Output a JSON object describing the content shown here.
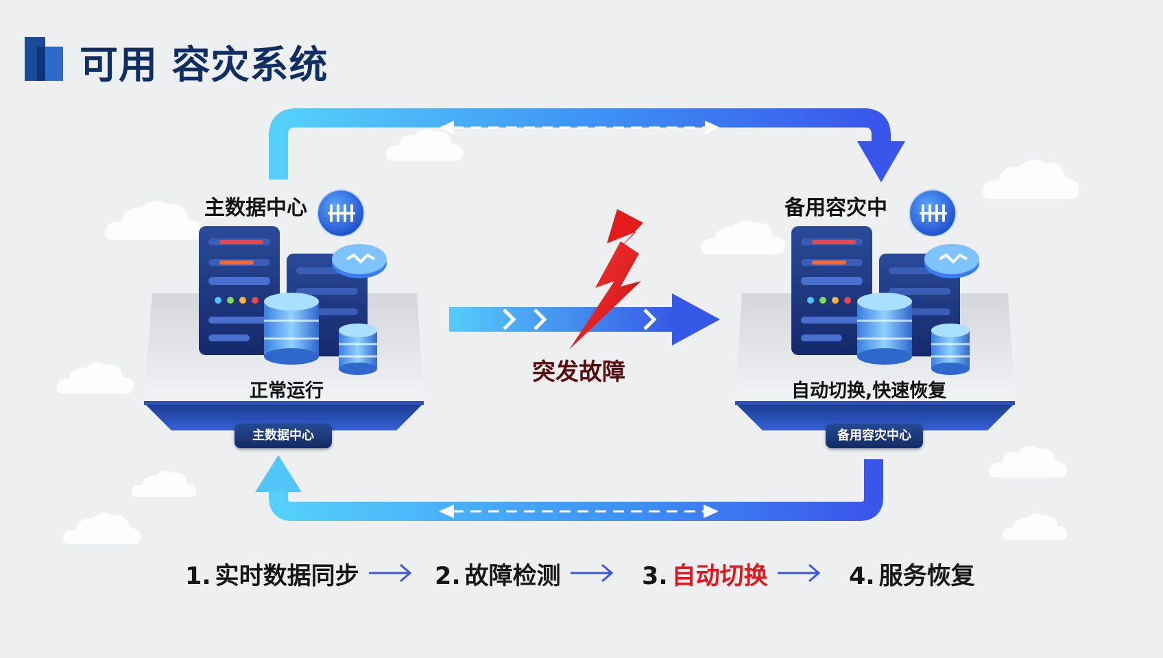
{
  "title": "可用 容灾系统",
  "primary": {
    "title": "主数据中心",
    "status": "正常运行",
    "badge": "主数据中心"
  },
  "backup": {
    "title": "备用容灾中",
    "status": "自动切换,快速恢复",
    "badge": "备用容灾中心"
  },
  "fault": {
    "label": "突发故障"
  },
  "steps": [
    {
      "num": "1.",
      "label": "实时数据同步",
      "active": false
    },
    {
      "num": "2.",
      "label": "故障检测",
      "active": false
    },
    {
      "num": "3.",
      "label": "自动切换",
      "active": true
    },
    {
      "num": "4.",
      "label": "服务恢复",
      "active": false
    }
  ],
  "colors": {
    "accent_cyan": "#4fc3f7",
    "accent_blue": "#3b5bea",
    "title_navy": "#0f2f63",
    "active_red": "#e4141a",
    "fault_red": "#e62020"
  }
}
